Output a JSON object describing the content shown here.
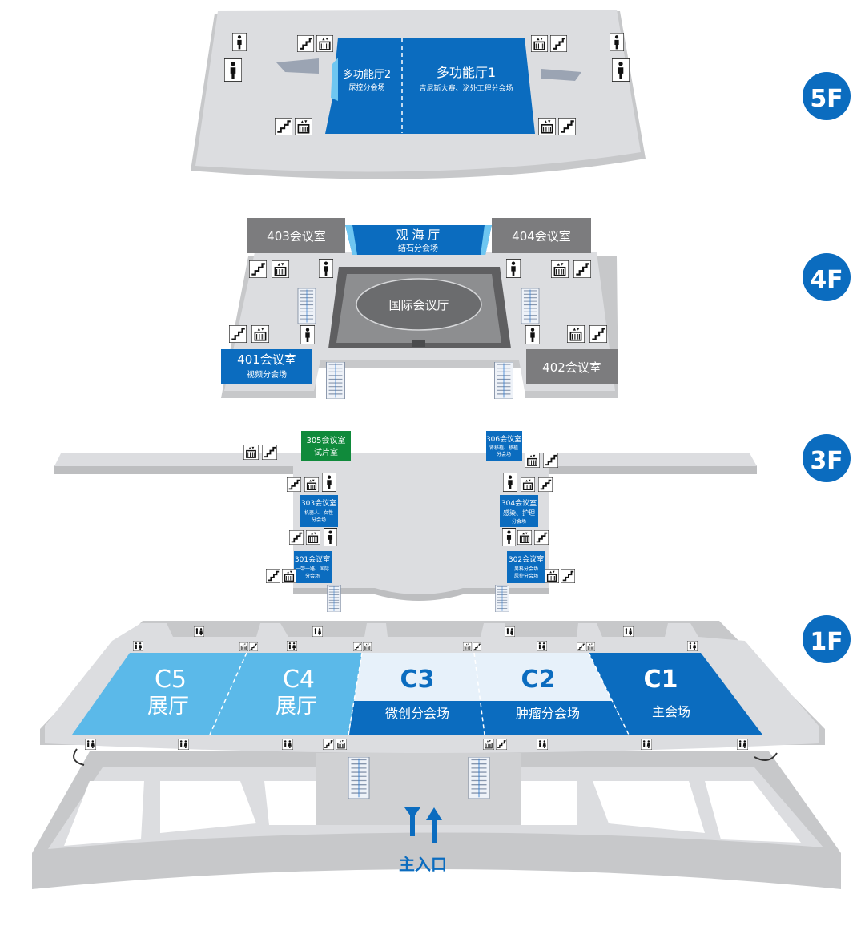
{
  "colors": {
    "floor": "#d9dadc",
    "floor_dark": "#bdbec0",
    "floor_edge": "#c7c8ca",
    "blue": "#0b6cbf",
    "light_blue": "#5bb9e9",
    "pale_blue": "#e7f1fa",
    "gray_room": "#7c7c7e",
    "green": "#108a3b",
    "dark_gray": "#5f5f61",
    "badge": "#0b6cbf"
  },
  "floors": {
    "f5": {
      "badge": "5F",
      "rooms": {
        "hall1": {
          "name": "多功能厅1",
          "sub": "吉尼斯大赛、泌外工程分会场"
        },
        "hall2": {
          "name": "多功能厅2",
          "sub": "尿控分会场"
        }
      }
    },
    "f4": {
      "badge": "4F",
      "rooms": {
        "r403": {
          "name": "403会议室"
        },
        "r404": {
          "name": "404会议室"
        },
        "guanhai": {
          "name": "观 海 厅",
          "sub": "结石分会场"
        },
        "intl": {
          "name": "国际会议厅"
        },
        "r401": {
          "name": "401会议室",
          "sub": "视频分会场"
        },
        "r402": {
          "name": "402会议室"
        }
      }
    },
    "f3": {
      "badge": "3F",
      "rooms": {
        "r305": {
          "name": "305会议室",
          "sub": "试片室"
        },
        "r306": {
          "name": "306会议室",
          "sub1": "肾移植、移植",
          "sub2": "分会场"
        },
        "r303": {
          "name": "303会议室",
          "sub1": "机器人、女性",
          "sub2": "分会场"
        },
        "r304": {
          "name": "304会议室",
          "sub1": "感染、护理",
          "sub2": "分会场"
        },
        "r301": {
          "name": "301会议室",
          "sub1": "一带一路、国际",
          "sub2": "分会场"
        },
        "r302": {
          "name": "302会议室",
          "sub1": "男科分会场",
          "sub2": "尿控分会场"
        }
      }
    },
    "f1": {
      "badge": "1F",
      "halls": {
        "c5": {
          "code": "C5",
          "label": "展厅"
        },
        "c4": {
          "code": "C4",
          "label": "展厅"
        },
        "c3": {
          "code": "C3",
          "label": "微创分会场"
        },
        "c2": {
          "code": "C2",
          "label": "肿瘤分会场"
        },
        "c1": {
          "code": "C1",
          "label": "主会场"
        }
      },
      "entrance": "主入口"
    }
  },
  "icons": [
    "restroom-icon",
    "stairs-icon",
    "elevator-icon",
    "escalator-icon",
    "arrow-down-icon",
    "arrow-up-icon"
  ]
}
